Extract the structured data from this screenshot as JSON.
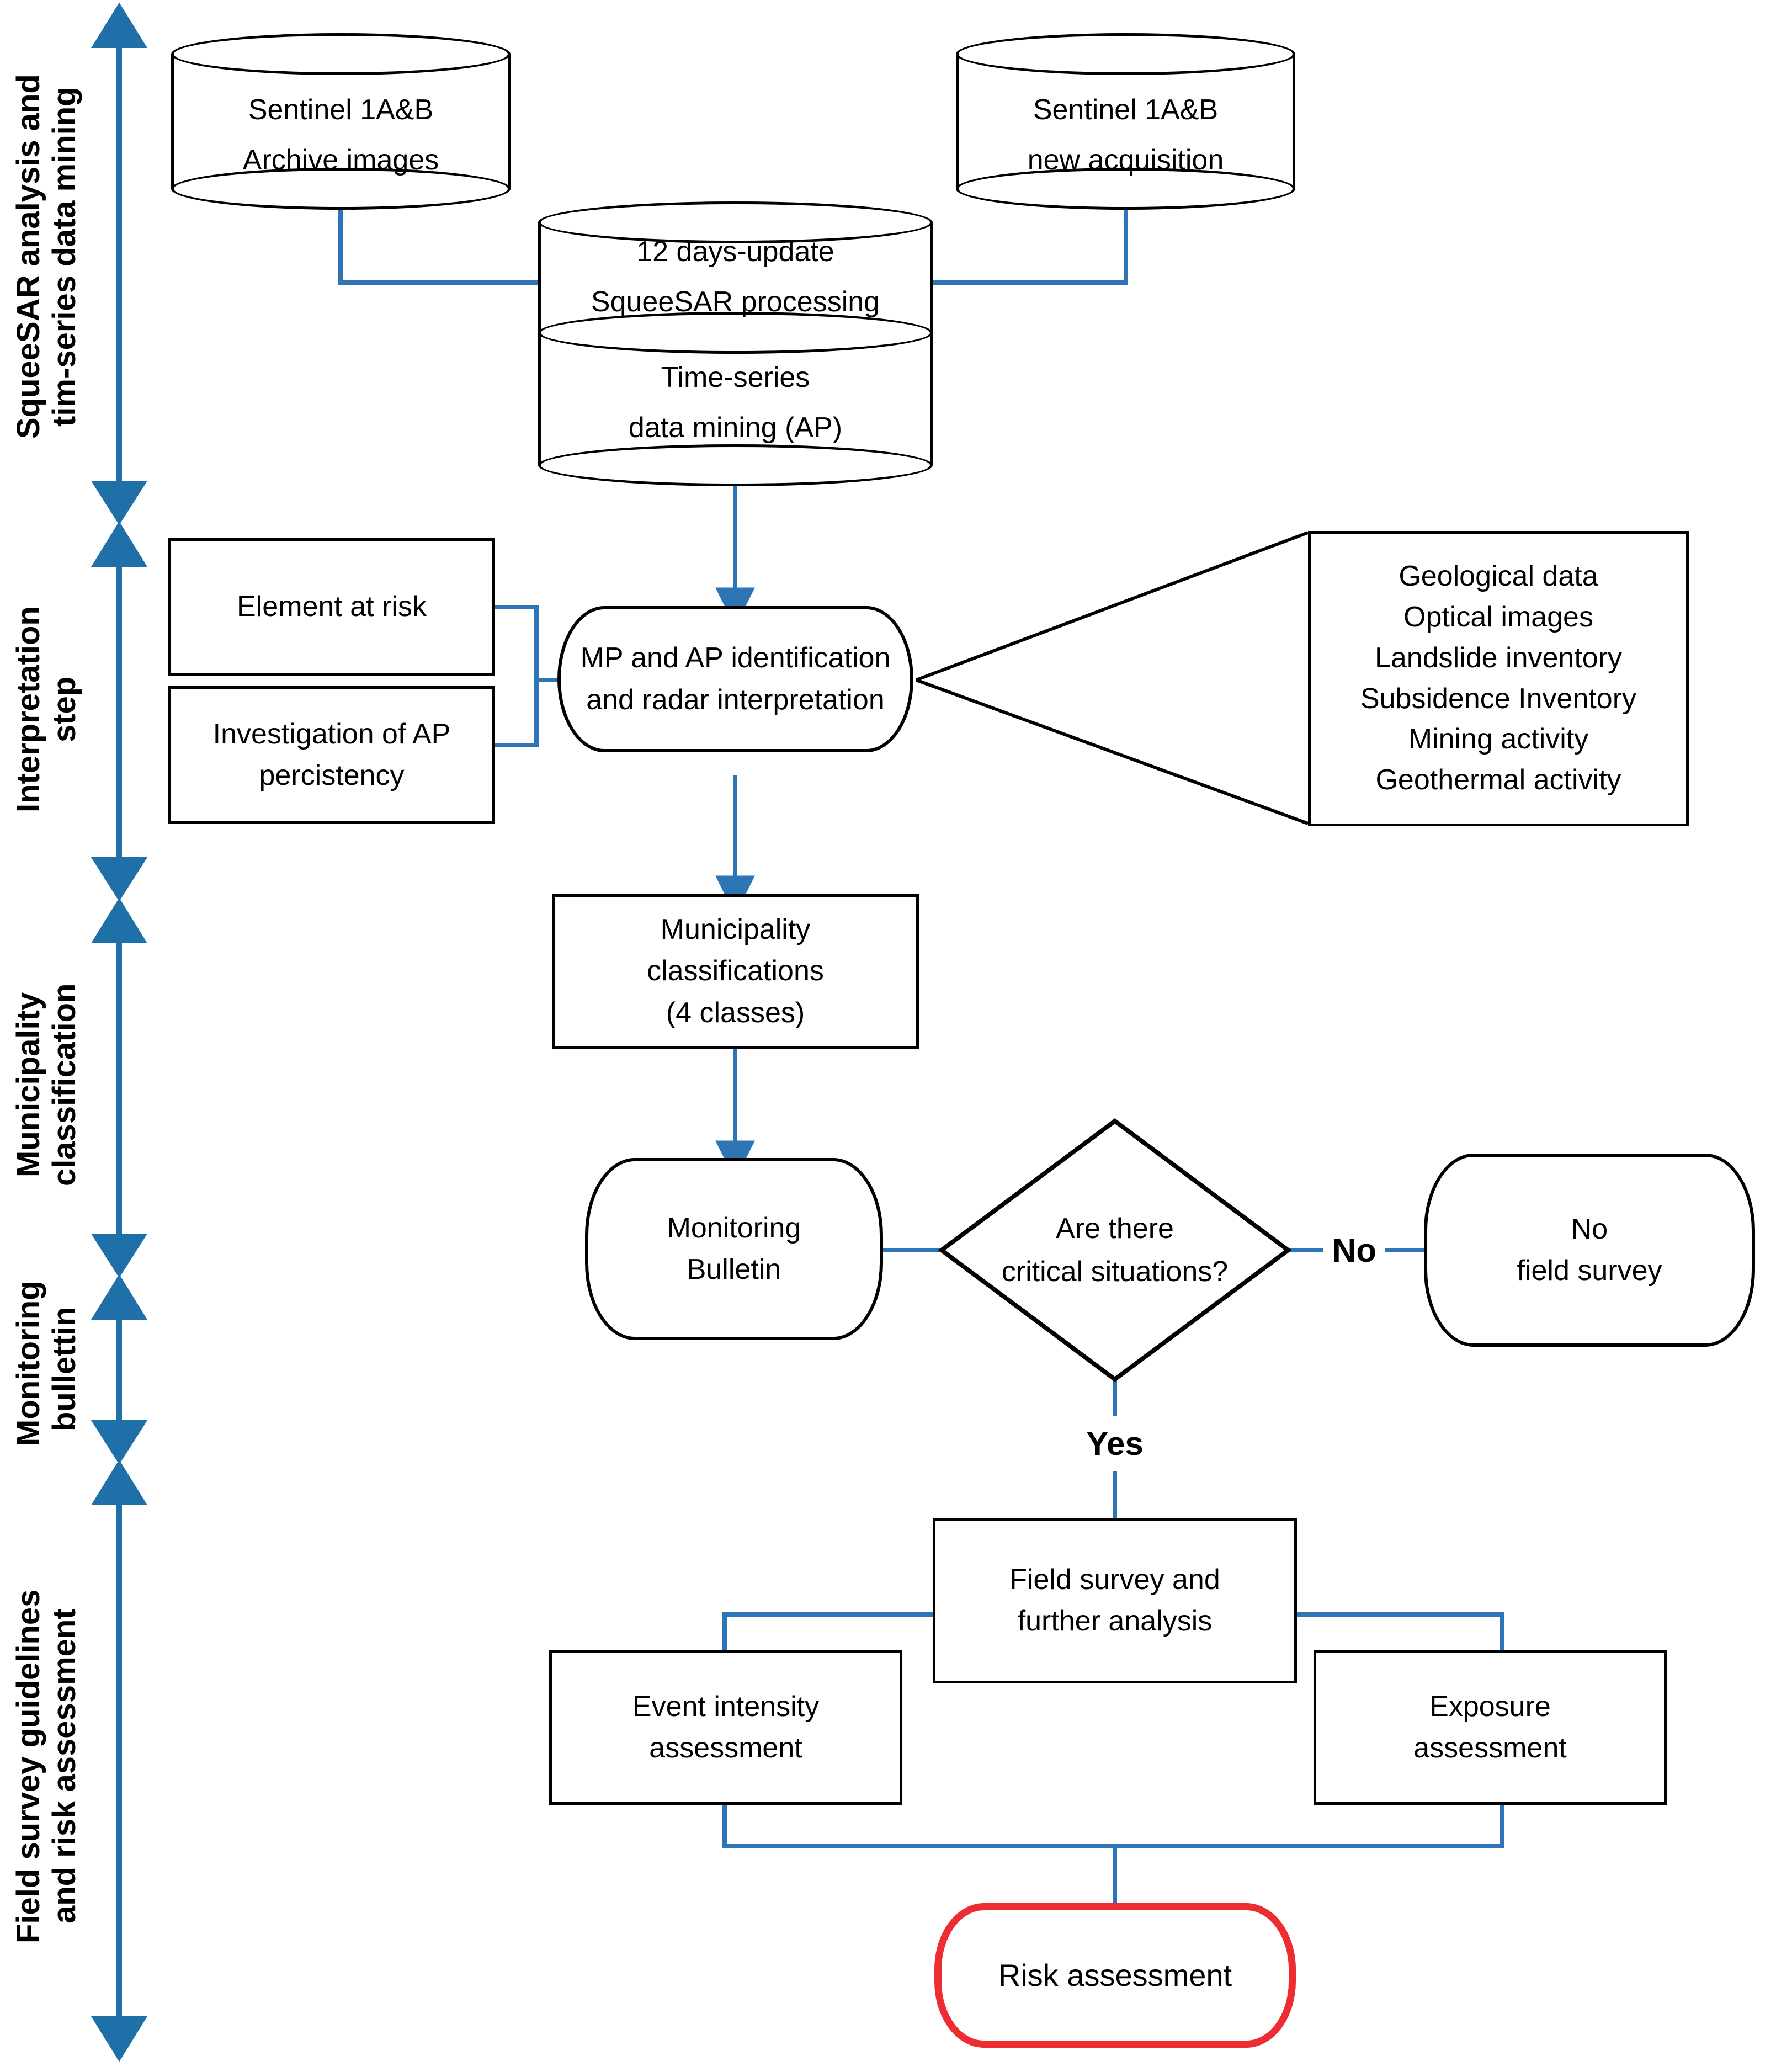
{
  "diagram": {
    "title": "Monitoring and risk assessment workflow",
    "colors": {
      "connector_blue": "#2E75B6",
      "phase_arrow_blue": "#1F6FA8",
      "node_outline": "#000000",
      "highlight_red": "#ED2D32"
    }
  },
  "phases": [
    {
      "id": "phase-1",
      "label": "SqueeSAR analysis and\ntim-series data mining"
    },
    {
      "id": "phase-2",
      "label": "Interpretation\nstep"
    },
    {
      "id": "phase-3",
      "label": "Municipality\nclassification"
    },
    {
      "id": "phase-4",
      "label": "Monitoring\nbullettin"
    },
    {
      "id": "phase-5",
      "label": "Field survey guidelines\nand risk assessment"
    }
  ],
  "nodes": {
    "archive_db": "Sentinel 1A&B\nArchive images",
    "new_acq_db": "Sentinel 1A&B\nnew acquisition",
    "squeesar_db_top": "12 days-update\nSqueeSAR processing",
    "squeesar_db_bottom": "Time-series\ndata mining (AP)",
    "element_at_risk": "Element at risk",
    "ap_persistency": "Investigation of AP\npercistency",
    "mp_ap_identification": "MP and AP identification\nand radar interpretation",
    "municipality_classification": "Municipality\nclassifications\n(4 classes)",
    "monitoring_bulletin": "Monitoring\nBulletin",
    "decision": "Are there\ncritical situations?",
    "no_field_survey": "No\nfield survey",
    "field_survey": "Field survey and\nfurther analysis",
    "event_intensity": "Event intensity\nassessment",
    "exposure": "Exposure\nassessment",
    "risk_assessment": "Risk assessment"
  },
  "ancillary_data": {
    "items": [
      "Geological data",
      "Optical images",
      "Landslide inventory",
      "Subsidence Inventory",
      "Mining activity",
      "Geothermal activity"
    ]
  },
  "edge_labels": {
    "no": "No",
    "yes": "Yes"
  }
}
